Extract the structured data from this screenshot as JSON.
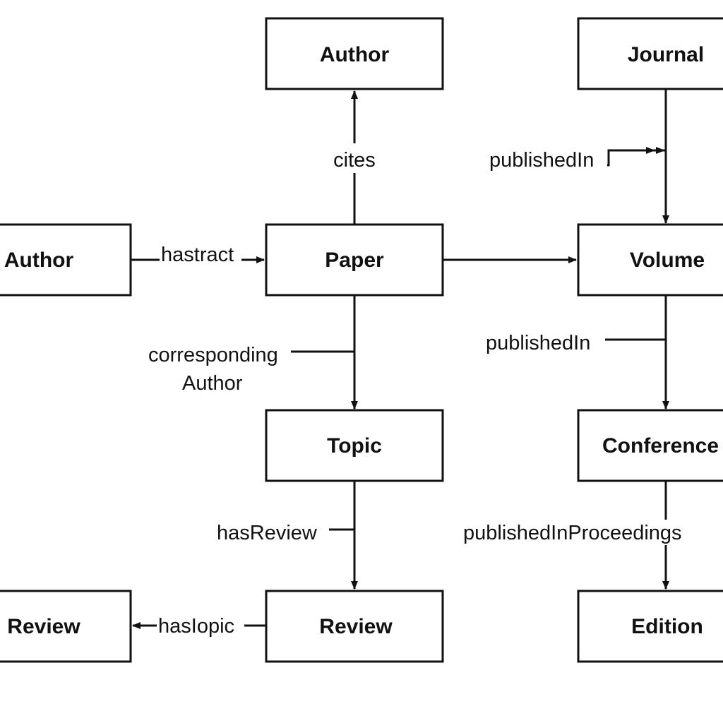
{
  "nodes": {
    "author_top": "Author",
    "journal": "Journal",
    "author_left": "Author",
    "paper": "Paper",
    "volume": "Volume",
    "topic": "Topic",
    "conference": "Conference",
    "review_left": "Review",
    "review_center": "Review",
    "edition": "Edition"
  },
  "edges": {
    "cites": "cites",
    "published_in_journal": "publishedIn",
    "hastract": "hastract",
    "corresponding_line1": "corresponding",
    "corresponding_line2": "Author",
    "published_in_volume": "publishedIn",
    "has_review": "hasReview",
    "published_in_proceedings": "publishedInProceedings",
    "has_topic": "hasIopic"
  }
}
